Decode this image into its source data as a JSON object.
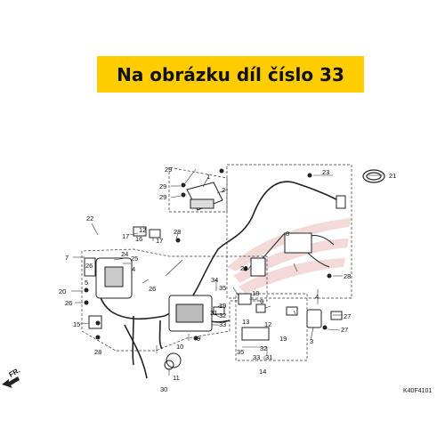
{
  "banner": {
    "text": "Na obrázku díl číslo 33",
    "color": "#ffcc00"
  },
  "diagram": {
    "code": "K40F4101",
    "direction": "FR.",
    "labels": [
      "1",
      "2",
      "3",
      "4",
      "5",
      "6",
      "7",
      "8",
      "9",
      "10",
      "11",
      "12",
      "13",
      "14",
      "15",
      "16",
      "17",
      "18",
      "19",
      "20",
      "21",
      "22",
      "23",
      "24",
      "25",
      "26",
      "27",
      "28",
      "29",
      "30",
      "31",
      "32",
      "33",
      "34",
      "35"
    ],
    "callouts": [
      {
        "id": "1",
        "text": "1"
      },
      {
        "id": "2",
        "text": "2"
      },
      {
        "id": "3",
        "text": "3"
      },
      {
        "id": "4",
        "text": "4"
      },
      {
        "id": "5",
        "text": "5"
      },
      {
        "id": "6",
        "text": "6"
      },
      {
        "id": "7",
        "text": "7"
      },
      {
        "id": "8",
        "text": "8"
      },
      {
        "id": "9",
        "text": "9"
      },
      {
        "id": "10",
        "text": "10"
      },
      {
        "id": "11",
        "text": "11"
      },
      {
        "id": "12",
        "text": "12"
      },
      {
        "id": "13",
        "text": "13"
      },
      {
        "id": "14",
        "text": "14"
      },
      {
        "id": "15",
        "text": "15"
      },
      {
        "id": "16",
        "text": "16"
      },
      {
        "id": "17",
        "text": "17"
      },
      {
        "id": "18",
        "text": "18"
      },
      {
        "id": "19",
        "text": "19"
      },
      {
        "id": "20",
        "text": "20"
      },
      {
        "id": "21",
        "text": "21"
      },
      {
        "id": "22",
        "text": "22"
      },
      {
        "id": "23",
        "text": "23"
      },
      {
        "id": "24",
        "text": "24"
      },
      {
        "id": "25",
        "text": "25"
      },
      {
        "id": "26",
        "text": "26"
      },
      {
        "id": "27",
        "text": "27"
      },
      {
        "id": "28",
        "text": "28"
      },
      {
        "id": "29",
        "text": "29"
      },
      {
        "id": "30",
        "text": "30"
      },
      {
        "id": "31",
        "text": "31"
      },
      {
        "id": "32",
        "text": "32"
      },
      {
        "id": "33",
        "text": "33"
      },
      {
        "id": "34",
        "text": "34"
      },
      {
        "id": "35",
        "text": "35"
      }
    ]
  }
}
